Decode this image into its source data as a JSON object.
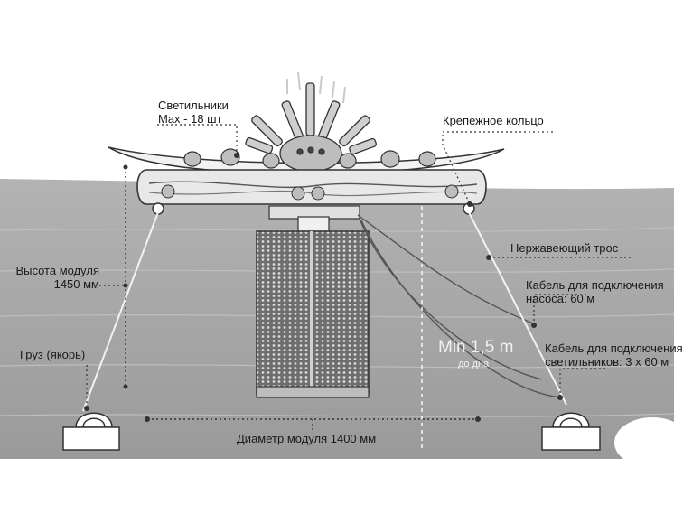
{
  "labels": {
    "lights_line1": "Светильники",
    "lights_line2": "Max - 18 шт",
    "mount_ring": "Крепежное кольцо",
    "steel_cable": "Нержавеющий трос",
    "height_line1": "Высота модуля",
    "height_line2": "1450 мм",
    "weight_anchor": "Груз (якорь)",
    "pump_cable_line1": "Кабель для подключения",
    "pump_cable_line2": "насоса: 60 м",
    "lights_cable_line1": "Кабель для подключения",
    "lights_cable_line2": "светильников: 3 х 60 м",
    "min_depth_main": "Min 1,5 m",
    "min_depth_sub": "до дна",
    "diameter": "Диаметр модуля 1400 мм"
  },
  "colors": {
    "water": "#a9a9a9",
    "water_deep": "#9b9b9b",
    "ring": "#e6e6e6",
    "outline": "#333333",
    "text": "#1a1a1a"
  }
}
